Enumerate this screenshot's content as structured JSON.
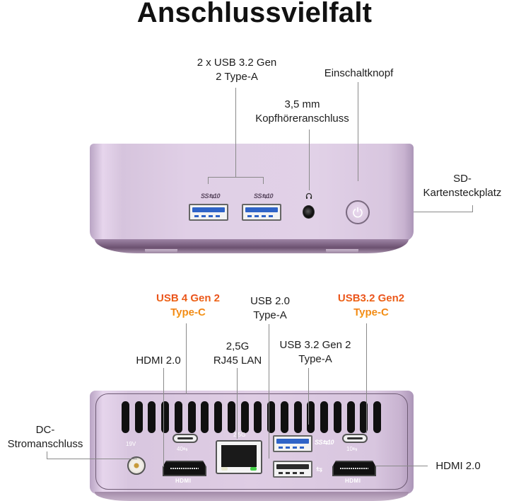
{
  "title": "Anschlussvielfalt",
  "front_panel": {
    "labels": {
      "usb_a": [
        "2 x USB 3.2 Gen",
        "2 Type-A"
      ],
      "audio": [
        "3,5 mm",
        "Kopfhöreranschluss"
      ],
      "power": [
        "Einschaltknopf"
      ],
      "sd": [
        "SD-",
        "Kartensteckplatz"
      ]
    },
    "port_glyphs": {
      "usb_left": "SS⇆10",
      "usb_right": "SS⇆10",
      "headphone": "headphone-icon",
      "power": "power-icon"
    }
  },
  "back_panel": {
    "labels": {
      "usb4": [
        "USB 4 Gen 2",
        "Type-C"
      ],
      "usb20": [
        "USB 2.0",
        "Type-A"
      ],
      "usb32c": [
        "USB3.2 Gen2",
        "Type-C"
      ],
      "hdmi_left": [
        "HDMI 2.0"
      ],
      "lan": [
        "2,5G",
        "RJ45 LAN"
      ],
      "usb32a": [
        "USB 3.2 Gen 2",
        "Type-A"
      ],
      "dc": [
        "DC-",
        "Stromanschluss"
      ],
      "hdmi_right": [
        "HDMI 2.0"
      ]
    },
    "port_glyphs": {
      "dc_rating": "19V",
      "lan_speed": "2.5G",
      "hdmi_logo": "HDMI",
      "usbc_left": "40⇆",
      "usbc_right": "10⇆",
      "usb32a": "SS⇆10",
      "usb20": "⇆"
    },
    "vent_count": 20
  },
  "colors": {
    "highlight_orange": "#f07a12",
    "case_lavender": "#e0cfe6",
    "lan_led_green": "#47d14a",
    "usb3_blue": "#2f63c7"
  }
}
